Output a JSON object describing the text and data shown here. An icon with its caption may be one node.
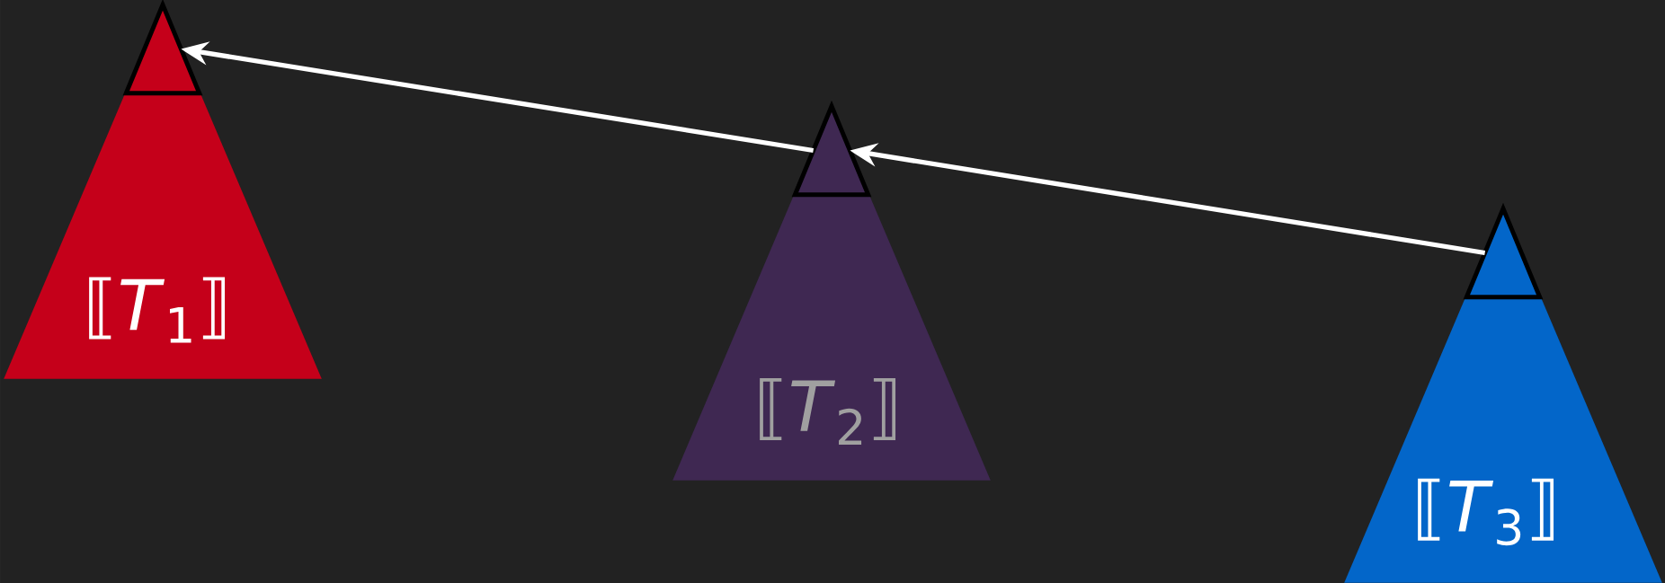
{
  "diagram": {
    "nodes": [
      {
        "text": [
          "⟦*T*$_{1}$⟧"
        ]
      },
      {
        "text": [],
        "shape": "triangle",
        "in": 0
      },
      {
        "text": [
          "⟦*T*$_{2}$⟧"
        ]
      },
      {
        "text": [],
        "shape": "triangle",
        "in": 2
      },
      {
        "text": [
          "⟦*T*$_{3}$⟧"
        ]
      },
      {
        "text": [],
        "shape": "triangle",
        "in": 4
      }
    ],
    "edges": [
      {
        "from": 5,
        "to": 3,
        "arrow": "to"
      },
      {
        "from": 3,
        "to": 1,
        "arrow": "to"
      }
    ]
  }
}
